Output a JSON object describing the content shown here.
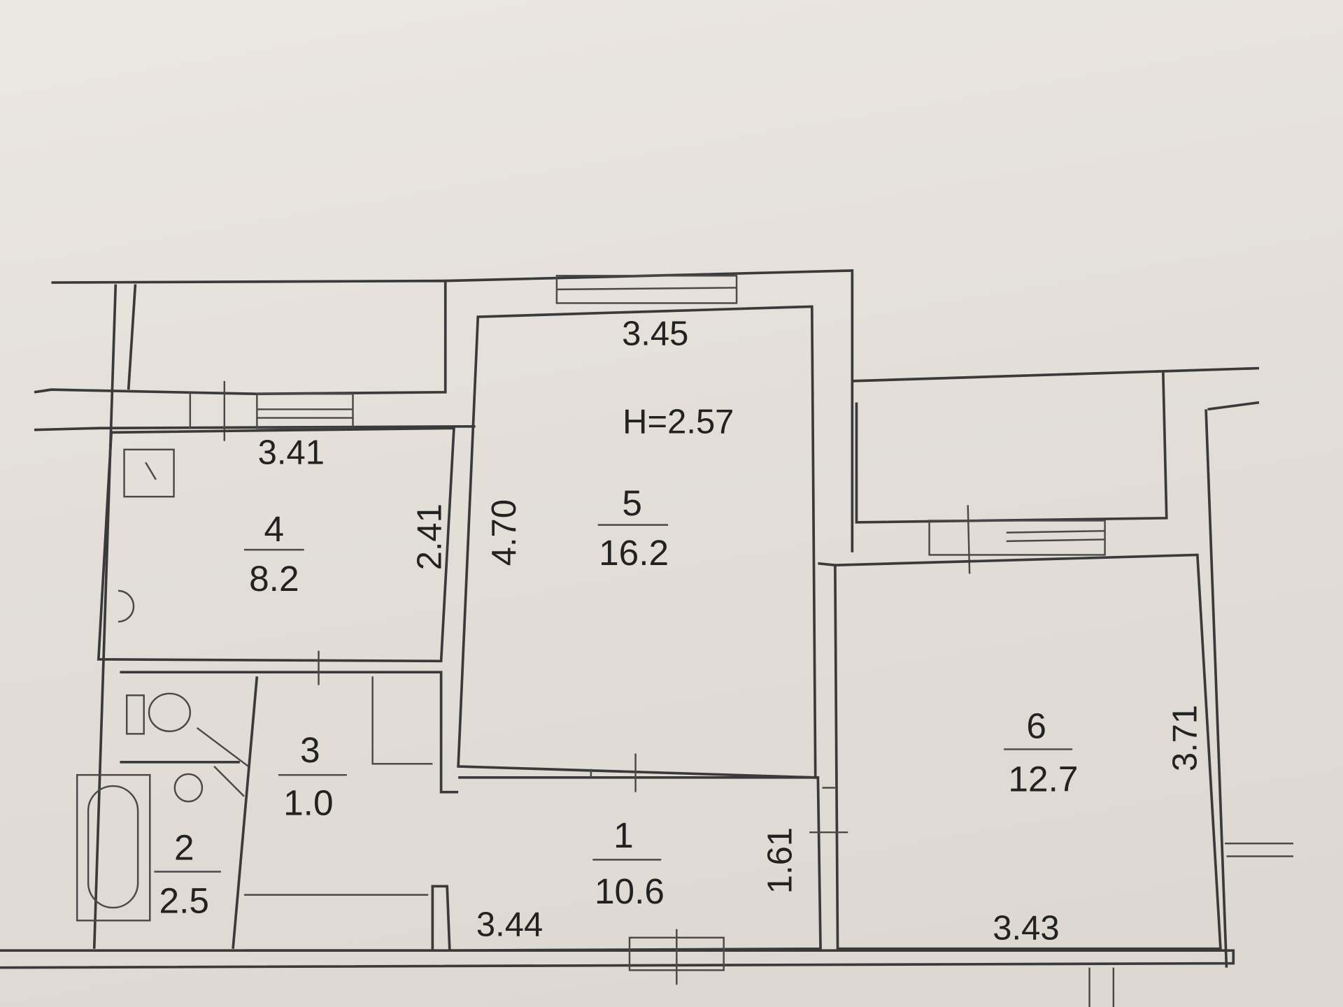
{
  "plan": {
    "ceiling_height": "H=2.57",
    "rooms": [
      {
        "number": "1",
        "area": "10.6",
        "dims": [
          "3.44",
          "1.61"
        ]
      },
      {
        "number": "2",
        "area": "2.5",
        "dims": []
      },
      {
        "number": "3",
        "area": "1.0",
        "dims": []
      },
      {
        "number": "4",
        "area": "8.2",
        "dims": [
          "3.41",
          "2.41"
        ]
      },
      {
        "number": "5",
        "area": "16.2",
        "dims": [
          "3.45",
          "4.70"
        ]
      },
      {
        "number": "6",
        "area": "12.7",
        "dims": [
          "3.43",
          "3.71"
        ]
      }
    ]
  }
}
